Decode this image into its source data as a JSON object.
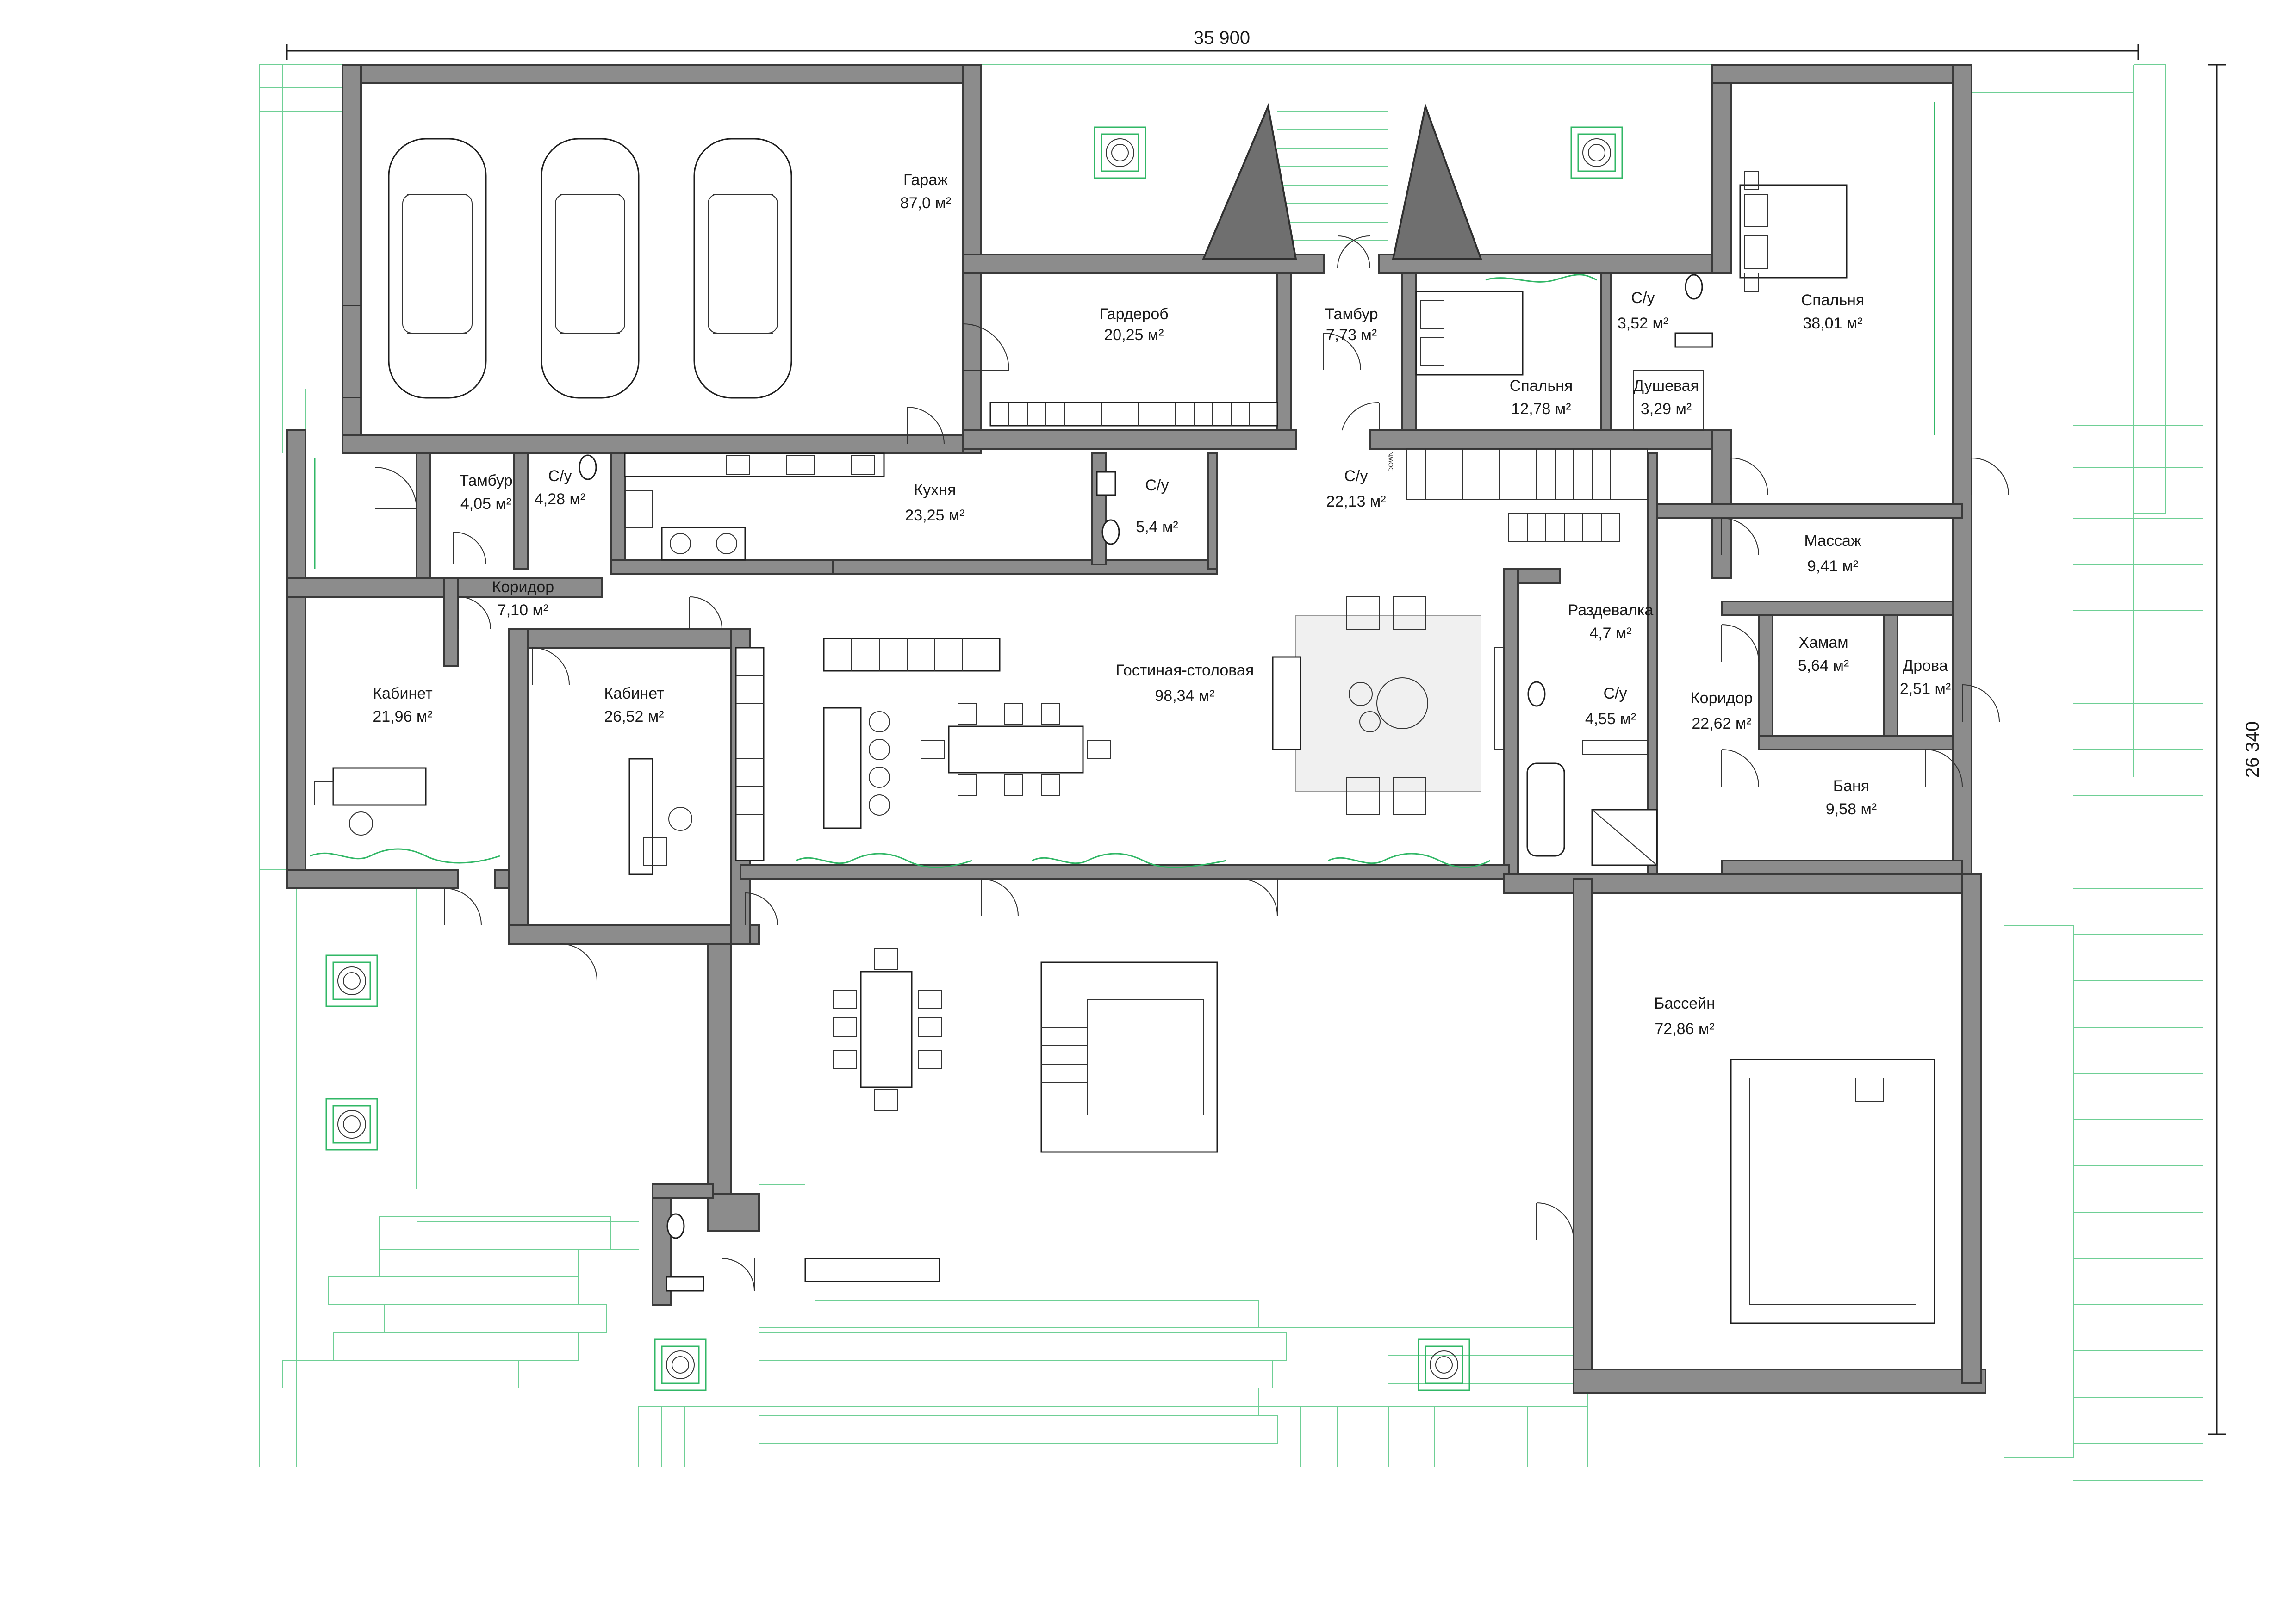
{
  "dimensions": {
    "width_label": "35 900",
    "height_label": "26 340"
  },
  "rooms": [
    {
      "id": "garage",
      "name": "Гараж",
      "area": "87,0 м²"
    },
    {
      "id": "wardrobe",
      "name": "Гардероб",
      "area": "20,25 м²"
    },
    {
      "id": "vestibule-1",
      "name": "Тамбур",
      "area": "7,73 м²"
    },
    {
      "id": "wc-1",
      "name": "С/у",
      "area": "3,52 м²"
    },
    {
      "id": "bedroom-1",
      "name": "Спальня",
      "area": "12,78 м²"
    },
    {
      "id": "shower",
      "name": "Душевая",
      "area": "3,29 м²"
    },
    {
      "id": "bedroom-2",
      "name": "Спальня",
      "area": "38,01 м²"
    },
    {
      "id": "vestibule-2",
      "name": "Тамбур",
      "area": "4,05 м²"
    },
    {
      "id": "wc-2",
      "name": "С/у",
      "area": "4,28 м²"
    },
    {
      "id": "kitchen",
      "name": "Кухня",
      "area": "23,25 м²"
    },
    {
      "id": "wc-3",
      "name": "С/у",
      "area": "5,4 м²"
    },
    {
      "id": "wc-4",
      "name": "С/у",
      "area": "22,13 м²"
    },
    {
      "id": "massage",
      "name": "Массаж",
      "area": "9,41 м²"
    },
    {
      "id": "corridor-1",
      "name": "Коридор",
      "area": "7,10 м²"
    },
    {
      "id": "changing",
      "name": "Раздевалка",
      "area": "4,7 м²"
    },
    {
      "id": "hamam",
      "name": "Хамам",
      "area": "5,64 м²"
    },
    {
      "id": "firewood",
      "name": "Дрова",
      "area": "2,51 м²"
    },
    {
      "id": "study-1",
      "name": "Кабинет",
      "area": "21,96 м²"
    },
    {
      "id": "study-2",
      "name": "Кабинет",
      "area": "26,52 м²"
    },
    {
      "id": "living",
      "name": "Гостиная-столовая",
      "area": "98,34 м²"
    },
    {
      "id": "wc-5",
      "name": "С/у",
      "area": "4,55 м²"
    },
    {
      "id": "corridor-2",
      "name": "Коридор",
      "area": "22,62 м²"
    },
    {
      "id": "sauna",
      "name": "Баня",
      "area": "9,58 м²"
    },
    {
      "id": "pool",
      "name": "Бассейн",
      "area": "72,86 м²"
    }
  ],
  "stair_note": "DOWN",
  "colors": {
    "wall": "#8c8c8c",
    "landscape": "#31b766",
    "ink": "#1e1e1e"
  }
}
